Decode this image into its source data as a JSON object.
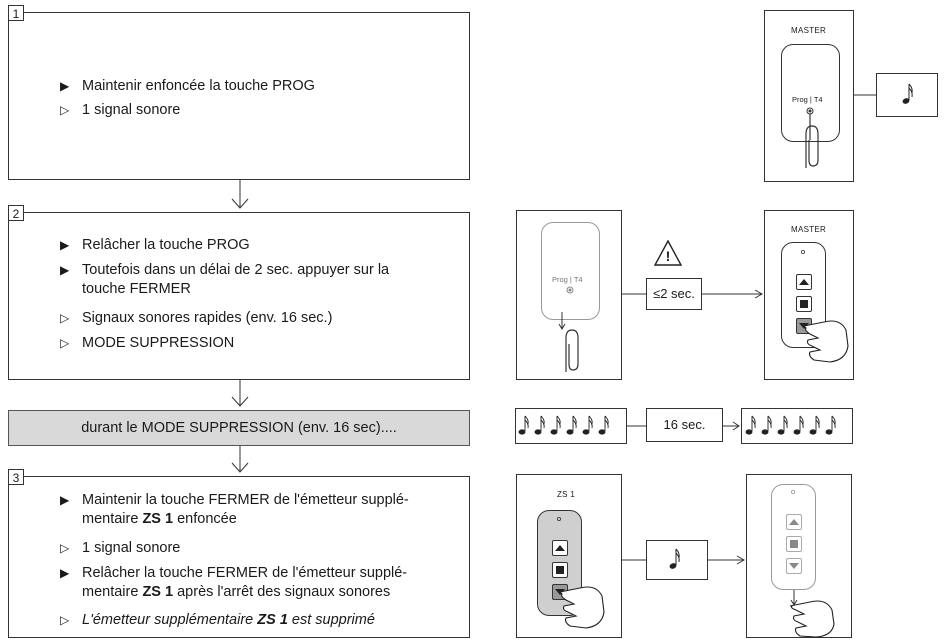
{
  "steps": [
    {
      "number": "1",
      "lines": [
        {
          "bullet": "filled",
          "text": "Maintenir enfoncée la touche PROG"
        },
        {
          "bullet": "outline",
          "text": "1 signal sonore"
        }
      ]
    },
    {
      "number": "2",
      "lines": [
        {
          "bullet": "filled",
          "text": "Relâcher la touche PROG"
        },
        {
          "bullet": "filled",
          "text": "Toutefois dans un délai de 2 sec. appuyer sur la touche FERMER"
        },
        {
          "bullet": "outline",
          "text": "Signaux sonores rapides (env. 16 sec.)"
        },
        {
          "bullet": "outline",
          "text": "MODE SUPPRESSION"
        }
      ]
    },
    {
      "number": "3",
      "lines": [
        {
          "bullet": "filled",
          "text": "Maintenir la touche FERMER de l'émetteur supplé-mentaire",
          "strong": "ZS 1",
          "after": " enfoncée"
        },
        {
          "bullet": "outline",
          "text": "1 signal sonore"
        },
        {
          "bullet": "filled",
          "text": "Relâcher la touche FERMER de l'émetteur supplé-mentaire",
          "strong": "ZS 1",
          "after": " après l'arrêt des signaux sonores"
        },
        {
          "bullet": "outline",
          "text": "L'émetteur supplémentaire",
          "strong": "ZS 1",
          "after": " est supprimé",
          "italic": true
        }
      ]
    }
  ],
  "banner": "durant le MODE SUPPRESSION (env. 16 sec)....",
  "bullets": {
    "filled": "▶",
    "outline": "▷"
  },
  "illustrations": {
    "master_label": "MASTER",
    "prog_label": "Prog | T4",
    "timing_label": "≤2 sec.",
    "duration_label": "16 sec.",
    "zs_label": "ZS 1",
    "warning_symbol": "!"
  },
  "colors": {
    "banner_fill": "#d9d9d9",
    "pressed_button": "#999999",
    "line": "#333333"
  }
}
